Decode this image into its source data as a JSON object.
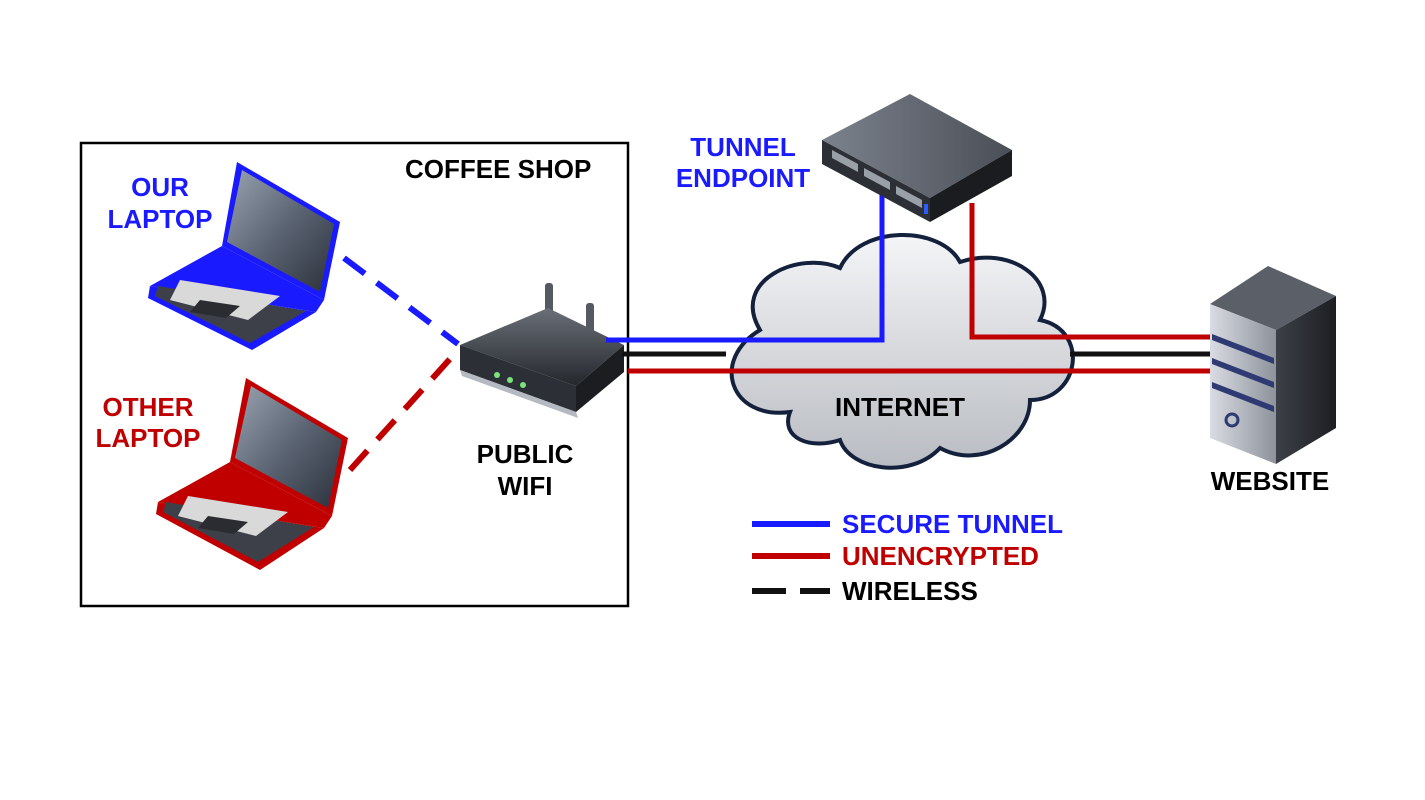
{
  "colors": {
    "secure": "#1a1aff",
    "unencrypted": "#c00000",
    "wireless": "#111111",
    "box_border": "#000000"
  },
  "labels": {
    "coffee_shop": "COFFEE SHOP",
    "our_laptop_line1": "OUR",
    "our_laptop_line2": "LAPTOP",
    "other_laptop_line1": "OTHER",
    "other_laptop_line2": "LAPTOP",
    "public_wifi_line1": "PUBLIC",
    "public_wifi_line2": "WIFI",
    "tunnel_endpoint_line1": "TUNNEL",
    "tunnel_endpoint_line2": "ENDPOINT",
    "internet": "INTERNET",
    "website": "WEBSITE"
  },
  "legend": {
    "secure_tunnel": "SECURE TUNNEL",
    "unencrypted": "UNENCRYPTED",
    "wireless": "WIRELESS"
  },
  "icons": [
    "laptop-icon",
    "wifi-router-icon",
    "rack-server-icon",
    "cloud-icon",
    "tower-server-icon"
  ]
}
